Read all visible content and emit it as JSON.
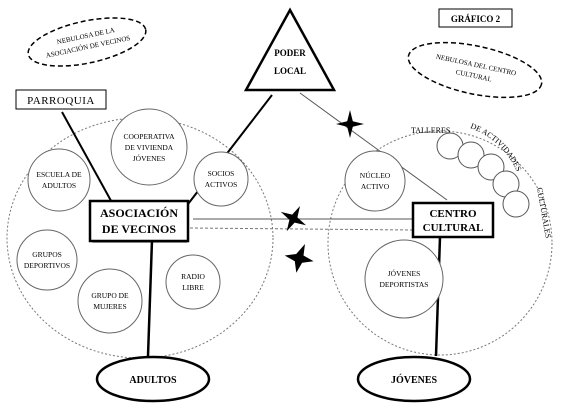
{
  "header": {
    "title": "GRÁFICO 2"
  },
  "power": {
    "line1": "PODER",
    "line2": "LOCAL"
  },
  "parroquia": {
    "label": "PARROQUIA"
  },
  "nebula_vecinos": {
    "line1": "NEBULOSA DE LA",
    "line2": "ASOCIACIÓN DE VECINOS"
  },
  "nebula_centro": {
    "line1": "NEBULOSA DEL CENTRO",
    "line2": "CULTURAL"
  },
  "asociacion": {
    "line1": "ASOCIACIÓN",
    "line2": "DE VECINOS"
  },
  "centro": {
    "line1": "CENTRO",
    "line2": "CULTURAL"
  },
  "adultos": {
    "label": "ADULTOS"
  },
  "jovenes": {
    "label": "JÓVENES"
  },
  "groups_left": {
    "cooperativa": [
      "COOPERATIVA",
      "DE VIVIENDA",
      "JÓVENES"
    ],
    "escuela": [
      "ESCUELA DE",
      "ADULTOS"
    ],
    "socios": [
      "SOCIOS",
      "ACTIVOS"
    ],
    "grupos_dep": [
      "GRUPOS",
      "DEPORTIVOS"
    ],
    "grupo_mujeres": [
      "GRUPO DE",
      "MUJERES"
    ],
    "radio": [
      "RADIO",
      "LIBRE"
    ]
  },
  "groups_right": {
    "nucleo": [
      "NÚCLEO",
      "ACTIVO"
    ],
    "jovenes_dep": [
      "JÓVENES",
      "DEPORTISTAS"
    ]
  },
  "talleres": {
    "talleres": "TALLERES",
    "de_actividades": "DE ACTIVIDADES",
    "culturales": "CULTURALES"
  }
}
